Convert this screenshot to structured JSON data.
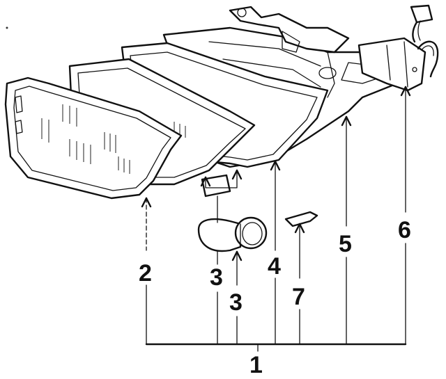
{
  "callouts": [
    {
      "id": "1",
      "text": "1"
    },
    {
      "id": "2",
      "text": "2"
    },
    {
      "id": "3a",
      "text": "3"
    },
    {
      "id": "3b",
      "text": "3"
    },
    {
      "id": "4",
      "text": "4"
    },
    {
      "id": "5",
      "text": "5"
    },
    {
      "id": "6",
      "text": "6"
    },
    {
      "id": "7",
      "text": "7"
    }
  ]
}
